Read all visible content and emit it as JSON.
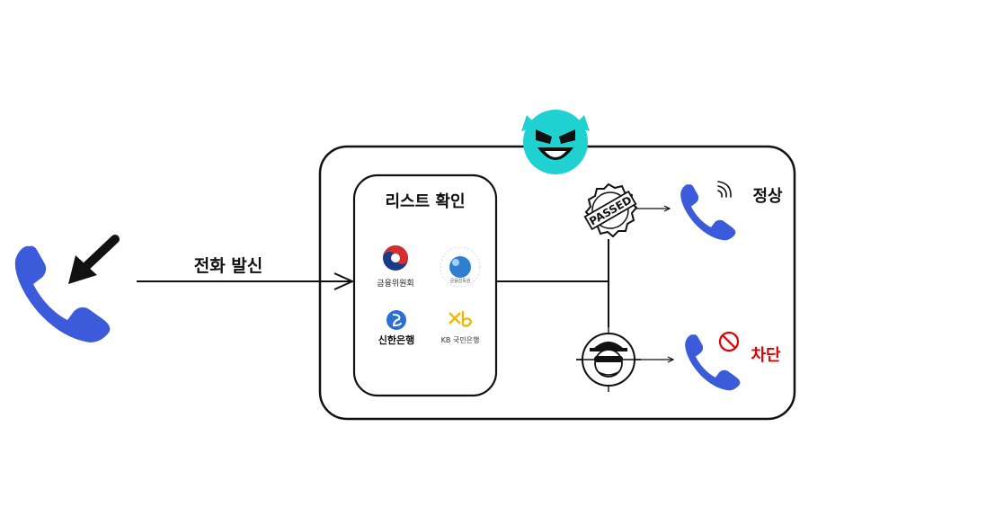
{
  "source": {
    "label": "전화 발신"
  },
  "list_check": {
    "title": "리스트 확인",
    "logos": [
      {
        "label": "금융위원회"
      },
      {
        "label": "금융감독원"
      },
      {
        "label": "신한은행"
      },
      {
        "label": "KB 국민은행"
      }
    ]
  },
  "stamp": {
    "text": "PASSED"
  },
  "outcomes": {
    "normal": {
      "label": "정상"
    },
    "blocked": {
      "label": "차단"
    }
  },
  "colors": {
    "phone_blue": "#3b5bdb",
    "devil_teal": "#1fd1d1",
    "blocked_red": "#e00000",
    "stroke": "#111111",
    "kb_yellow": "#f2b705"
  }
}
